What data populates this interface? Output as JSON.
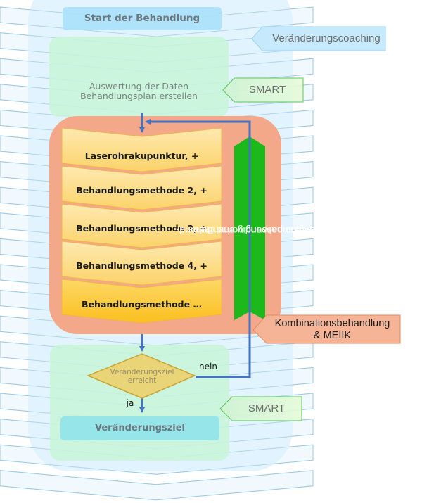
{
  "diagram": {
    "title_node": "Start der Behandlung",
    "evaluation_node": {
      "lines": [
        "Auswertung der Daten",
        "Behandlungsplan erstellen"
      ]
    },
    "method_steps": [
      "Laserohrakupunktur, +",
      "Behandlungsmethode 2,  +",
      "Behandlungsmethode 3, +",
      "Behandlungsmethode 4, +",
      "Behandlungsmethode …"
    ],
    "loop_banner": {
      "lines": [
        "Wenn notwendig eine Behand-",
        "lungsanpassung vornehmen"
      ]
    },
    "decision": {
      "lines": [
        "Veränderungsziel",
        "erreicht"
      ],
      "no_label": "nein",
      "yes_label": "ja"
    },
    "goal_node": "Veränderungsziel",
    "callouts": {
      "coaching": "Veränderungscoaching",
      "smart_top": "SMART",
      "kombination": [
        "Kombinationsbehandlung",
        "& MEIIK"
      ],
      "smart_bottom": "SMART"
    },
    "colors": {
      "band_fill": "#f2f9fe",
      "band_stroke": "#9cc8e4",
      "container_blue": "#d9f0fd",
      "start_box": "#a9e1fb",
      "green_zone": "#c8f5d8",
      "salmon_zone": "#f3a88a",
      "method_fill_top": "#fde6a8",
      "method_fill_bottom": "#fbc736",
      "method_stroke": "#f0b54a",
      "banner_green": "#1cb81c",
      "arrow_blue": "#4472c4",
      "diamond_fill": "#e9d477",
      "diamond_stroke": "#c9a436",
      "goal_box": "#8fe3ea",
      "coaching_fill": "#c6e9fb",
      "smart_fill": "#d5f7d5",
      "smart_stroke": "#5cc65c",
      "kombi_fill": "#f6b496",
      "kombi_stroke": "#e08a5e"
    }
  }
}
